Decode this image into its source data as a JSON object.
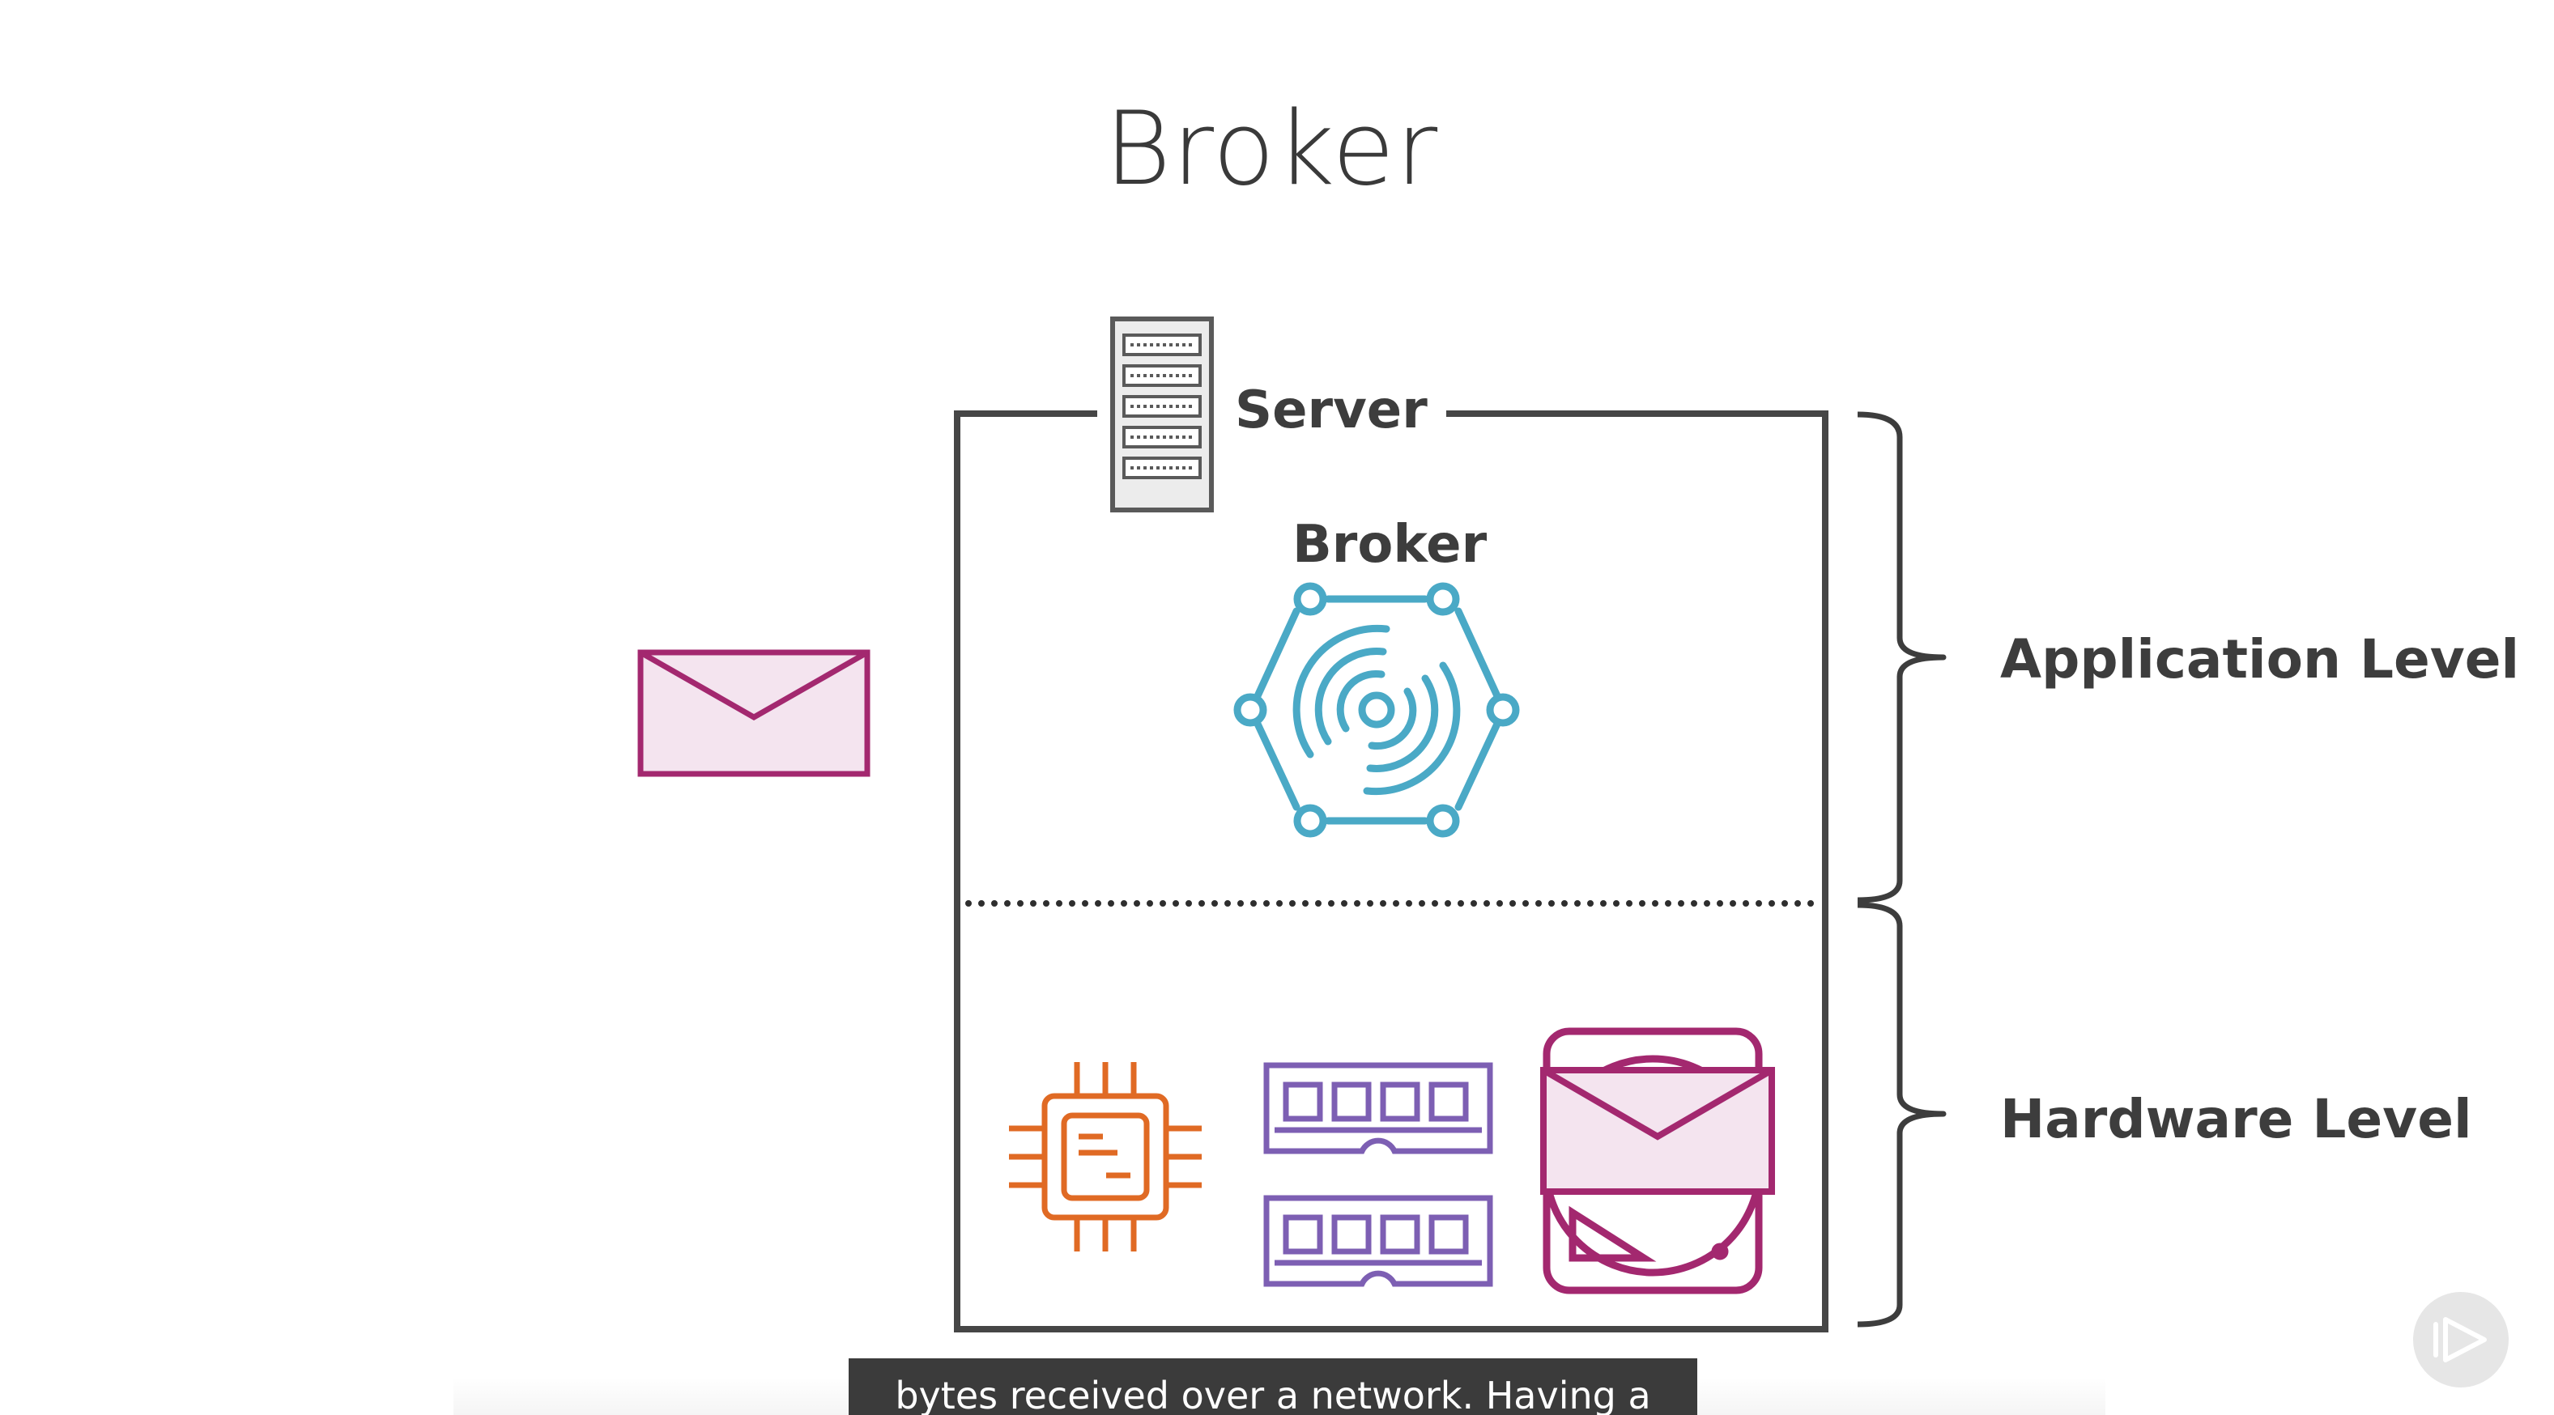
{
  "title": "Broker",
  "diagram": {
    "server_label": "Server",
    "broker_label": "Broker",
    "application_level_label": "Application Level",
    "hardware_level_label": "Hardware Level"
  },
  "icons": {
    "server": "server-rack-icon",
    "broker": "broker-hexagon-icon",
    "message": "envelope-icon",
    "cpu": "cpu-chip-icon",
    "memory": "ram-stick-icon",
    "disk": "hard-disk-icon",
    "play": "play-icon"
  },
  "caption": "bytes received over a network. Having a",
  "colors": {
    "frame": "#464646",
    "broker_teal": "#4aa9c6",
    "message_magenta": "#a3286f",
    "message_fill": "#f4e4ef",
    "cpu_orange": "#e06a24",
    "ram_purple": "#7d5fb3",
    "disk_magenta": "#a3286f"
  }
}
